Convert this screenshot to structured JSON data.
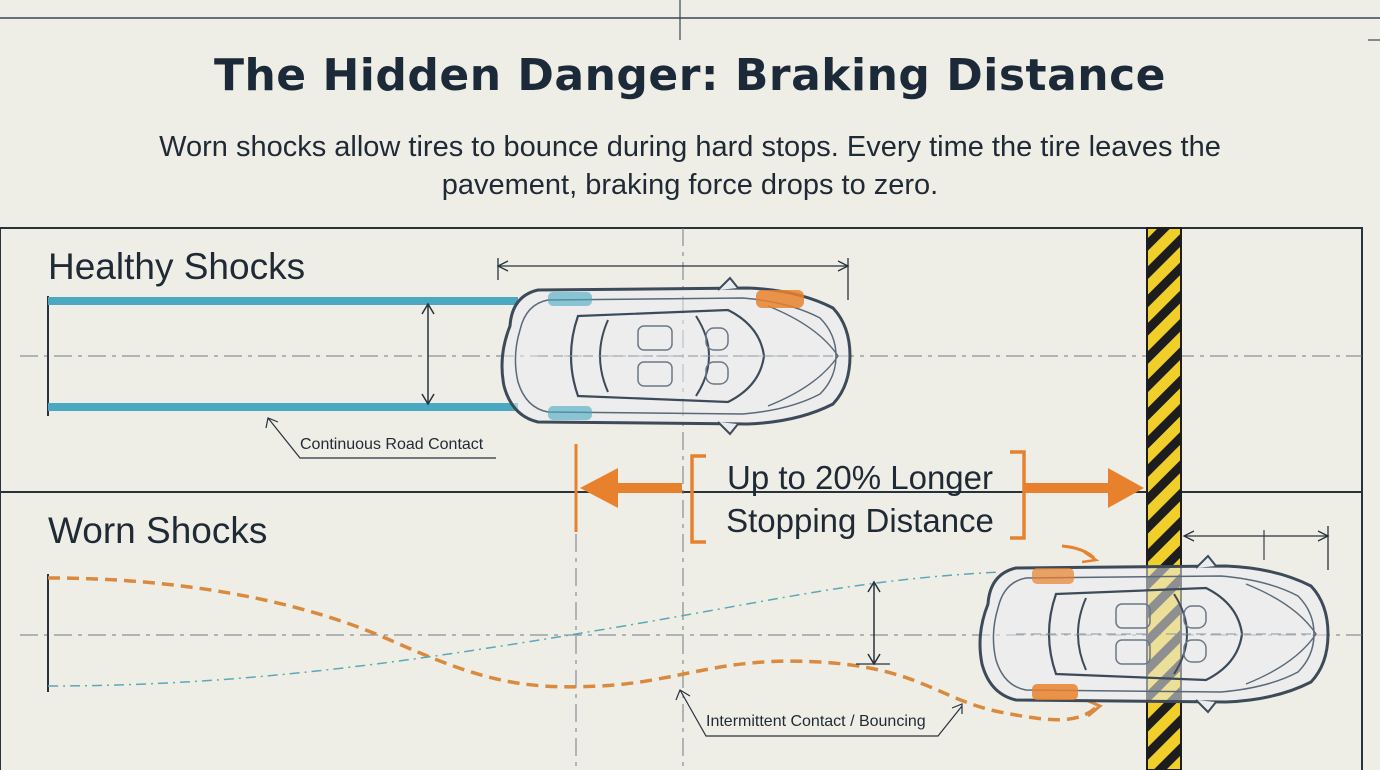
{
  "title": "The Hidden Danger: Braking Distance",
  "subtitle": "Worn shocks allow tires to bounce during hard stops. Every time the tire leaves the pavement, braking force drops to zero.",
  "panels": {
    "healthy": {
      "label": "Healthy Shocks",
      "note": "Continuous Road Contact"
    },
    "worn": {
      "label": "Worn Shocks",
      "note": "Intermittent Contact / Bouncing"
    }
  },
  "callout": {
    "line1": "Up to 20% Longer",
    "line2": "Stopping Distance"
  },
  "colors": {
    "background": "#efeee6",
    "ink": "#1f2a36",
    "healthy_track": "#4aa9c2",
    "worn_track": "#d98a3e",
    "accent": "#e8812e",
    "stop_hazard_yellow": "#f0cf2a",
    "car_outline": "#3d4a5a"
  },
  "icons": {
    "healthy_car": "car-top-view-icon",
    "worn_car": "car-top-view-icon",
    "stop_line": "hazard-stripe-stop-line"
  }
}
